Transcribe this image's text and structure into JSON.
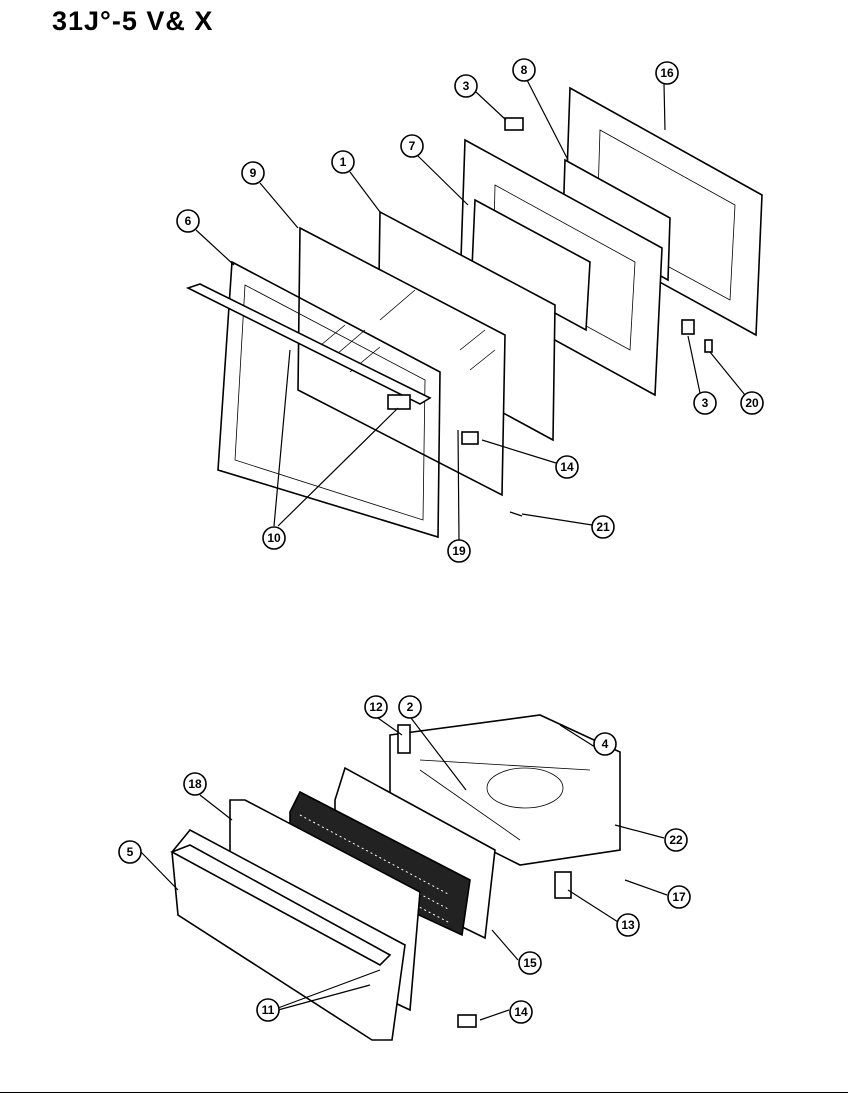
{
  "title": "31J°-5 V& X",
  "callouts": {
    "top": [
      "3",
      "8",
      "16",
      "9",
      "1",
      "7",
      "6",
      "3",
      "20",
      "14",
      "21",
      "10",
      "19"
    ],
    "bottom": [
      "12",
      "2",
      "4",
      "18",
      "5",
      "22",
      "17",
      "13",
      "15",
      "11",
      "14"
    ]
  }
}
